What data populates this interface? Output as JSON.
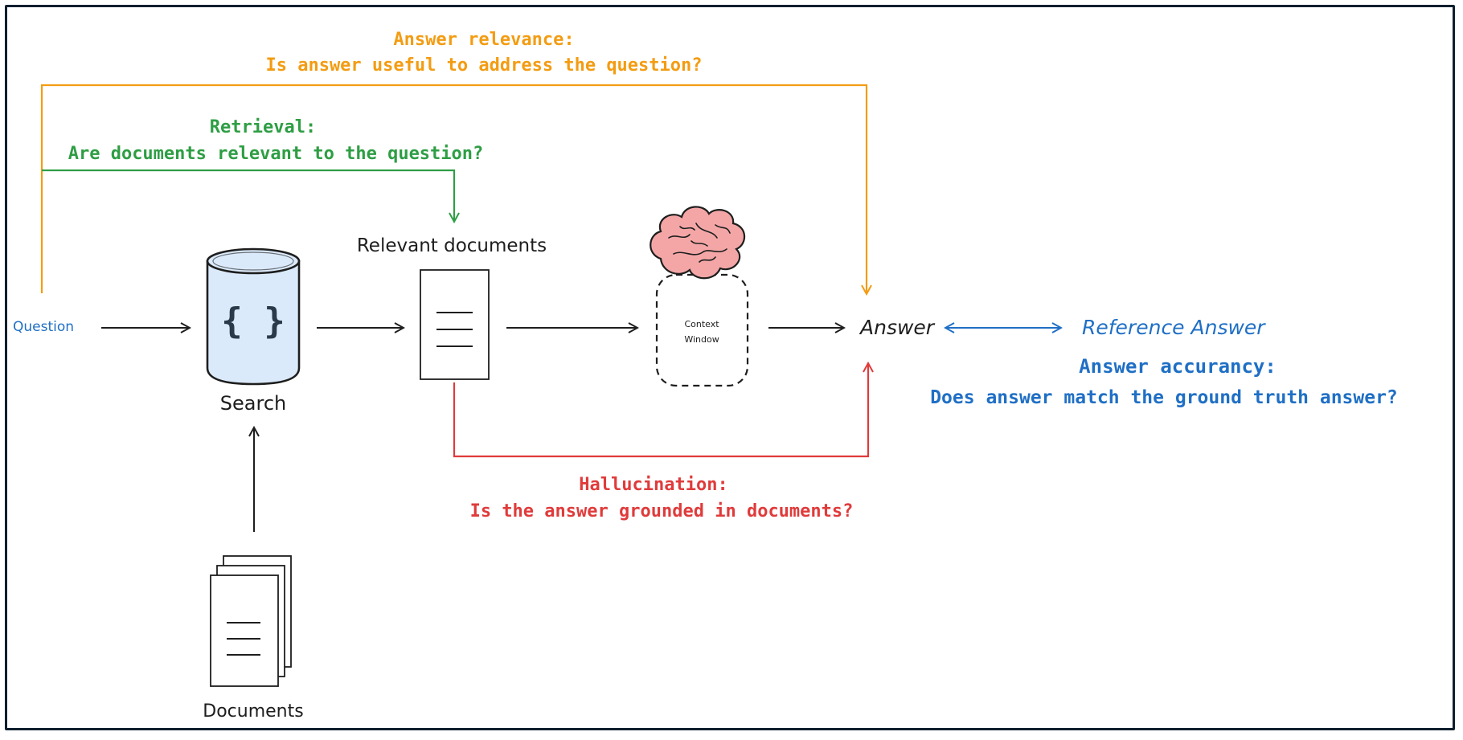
{
  "labels": {
    "answer_relevance_title": "Answer relevance:",
    "answer_relevance_question": "Is answer useful to address the question?",
    "retrieval_title": "Retrieval:",
    "retrieval_question": "Are documents relevant to the question?",
    "question": "Question",
    "search": "Search",
    "relevant_documents": "Relevant documents",
    "context_window_line1": "Context",
    "context_window_line2": "Window",
    "answer": "Answer",
    "reference_answer": "Reference Answer",
    "answer_accuracy_title": "Answer accurancy:",
    "answer_accuracy_question": "Does answer match the ground truth answer?",
    "hallucination_title": "Hallucination:",
    "hallucination_question": "Is the answer grounded in documents?",
    "documents": "Documents",
    "search_glyph": "{ }"
  },
  "colors": {
    "answer_relevance": "#f39c12",
    "retrieval": "#2e9e44",
    "hallucination": "#e03b3b",
    "accuracy": "#1f6fc5",
    "ink": "#1e1e1e",
    "cylinder_fill": "#dbeafb",
    "brain": "#f4a6a6"
  },
  "icons": [
    "database-icon",
    "document-icon",
    "document-stack-icon",
    "brain-icon"
  ]
}
